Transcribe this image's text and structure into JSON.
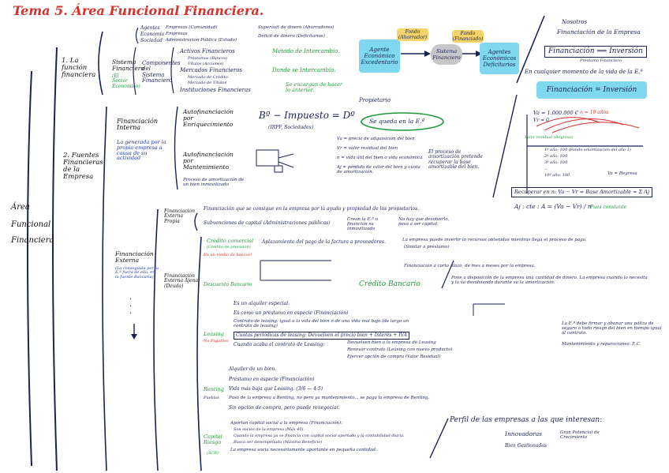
{
  "title": "Tema 5. Área Funcional Financiera.",
  "root_label": [
    "Área",
    "Funcional",
    "Financiera"
  ],
  "s1": {
    "num": "1. La función financiera",
    "sistema": "Sistema Financiero",
    "sistema_note": "(El Sector Económico)",
    "agentes": [
      "Agentes",
      "Economía",
      "Sociedad"
    ],
    "agentes_items": [
      "Empresas (Comunidad)",
      "Empresas",
      "Administración Pública (Estado)"
    ],
    "agentes_right": [
      "Superávit de dinero (Ahorradores)",
      "Déficit de dinero (Deficitarios)"
    ],
    "componentes": "Componentes del Sistema Financiero",
    "activos": "Activos Financieros",
    "activos_sub": [
      "Préstamos (Bancos)",
      "Títulos (Acciones)"
    ],
    "mercados": "Mercados Financieros",
    "mercados_sub": [
      "Mercado de Crédito",
      "Mercado de Títulos"
    ],
    "instituciones": "Instituciones Financieras",
    "activos_r": "Método de Intercambio.",
    "mercados_r": "Donde se Intercambia.",
    "inst_r": "Se encargan de hacer lo anterior."
  },
  "flow": {
    "a1": "Agente Económico Excedentario",
    "fondo1": "Fondo (Ahorrador)",
    "sistema": "Sistema Financiero",
    "fondo2": "Fondo (Financiado)",
    "a2": "Agentes Económicos Deficitarios"
  },
  "top_right": {
    "note1": "Nosotros",
    "note2": "Financiación de la Empresa",
    "formula": "Financiación ⟹ Inversión",
    "formula_sub": "Préstamo Financiero",
    "note3": "En cualquier momento de la vida de la E.ª",
    "highlight": "Financiación = Inversión"
  },
  "s2": {
    "num": "2. Fuentes Financieras de la Empresa",
    "interna": "Financiación Interna",
    "interna_note": "La generada por la propia empresa a causa de su actividad",
    "enriq": "Autofinanciación por Enriquecimiento",
    "enriq_formula": "Bº − Impuesto = Dº",
    "enriq_sub": "(IRPF, Sociedades)",
    "enriq_out1": "Propietario",
    "enriq_out2": "Se queda en la E.ª",
    "mant": "Autofinanciación por Mantenimiento",
    "mant_note": "Proceso de amortización de un bien inmovilizado",
    "mant_items": [
      "Va = precio de adquisición del bien",
      "Vr = valor residual del bien",
      "n = vida útil del bien o vida económica",
      "Aj = pérdida de valor del bien y cuota de amortización."
    ],
    "mant_right": "El proceso de amortización pretende recuperar la base amortizable del bien.",
    "externa": "Financiación Externa",
    "externa_note": "(La conseguida por la E.ª fuera de ella, en la fuente Bancaria)",
    "ext_ajena": "Financiación Externa Propia",
    "ext_ajena2": "Financiación Externa Ajena (Deuda)",
    "f_propia1": "Financiación que se consigue en la empresa por la ayuda y propiedad de los propietarios.",
    "f_propia2": "Subvenciones de capital (Administraciones públicas)",
    "f_propia3": "Crean la E.ª o financian su inmovilizado",
    "f_propia4": "No hay que devolverlo, pasa a ser capital.",
    "credito": "Crédito comercial",
    "credito_sub": "(Crédito de provisión)",
    "credito_sub2": "En un medio de bancos!",
    "credito_desc": "Aplazamiento del pago de la factura a proveedores.",
    "credito_r1": "La empresa puede invertir lo recursos obtenidos mientras llega el proceso de pago.",
    "credito_r2": "(Similar a préstamo)",
    "credito_r3": "Financiación a corto plazo, de mes a meses por la empresa.",
    "desc_bancario": "Descuento Bancario",
    "credito_bancario": "Crédito Bancario",
    "cb_desc": "Pone a disposición de la empresa una cantidad de dinero. La empresa cuando lo necesita y lo va devolviendo durante su la amortización.",
    "leasing": "Leasing",
    "leasing_sub": "No Pagables",
    "leasing_items": [
      "Es un alquiler especial.",
      "Es como un préstamo en especie (Financiación)",
      "Contrato de leasing: igual a la vida del bien o de una vida mal bajo (de largo un contrato de leasing)",
      "Cuotas periódicas de leasing: Devuelven el precio bien + Interés + IVA",
      "Cuando acaba el contrato de Leasing:"
    ],
    "leasing_end": [
      "Devuelven bien a la empresa de Leasing",
      "Renovar contrato (Leasing con nuevo producto)",
      "Ejercer opción de compra (Valor Residual)"
    ],
    "leasing_right": [
      "La E.ª debe firmar y abonar una póliza de seguro a todo riesgo del bien en tiempo igual al contrato.",
      "Mantenimiento y reparaciones: E.C."
    ],
    "renting": "Renting",
    "renting_sub": "Pueblos",
    "renting_items": [
      "Alquiler de un bien.",
      "Préstamo en especie (Financiación)",
      "Vida más baja que Leasing. (3/6 — 4-5)",
      "Paso de la empresa a Renting, no pero ya mantenimiento... se paga la empresa de Renting.",
      "Sin opción de compra, pero puede renegociar."
    ],
    "capital": "Capital Riesgo",
    "capital_sub": "(SCR)",
    "capital_items": [
      "Aportan capital social a la empresa (Financiación):",
      "Son socios de la empresa (Máx 40)",
      "Cuando la empresa ya se financia con capital social aportado y la contabilidad diaria.",
      "Busca ser desempeñada (Máximo Beneficio)",
      "La empresa socia necesariamente aportante en pequeña cantidad."
    ],
    "perfil": "Perfil de las empresas a las que interesan:",
    "perfil_items": [
      "Innovadoras",
      "Bien Gestionadas"
    ],
    "perfil_note": "Gran Potencial de Crecimiento"
  },
  "amort": {
    "line1": "Va = 1.000.000 €",
    "line2": "Vr = 0",
    "line3": "n = 10 años",
    "formula": "Recuperar en n: Va − Vr = Base Amortizable = Σ Aj",
    "cuota": "Aj : cte : A = (Va − Vr) / n",
    "cuota_note": "Pues constante",
    "ebit_labels": [
      "1º año: 100 (Fondo amortización del año 1)",
      "2º año: 100",
      "3º año: 100",
      "...",
      "10º año: 100"
    ],
    "va_label": "Va = Regresa",
    "valor_resid": "Valor residual (Regresa)"
  }
}
